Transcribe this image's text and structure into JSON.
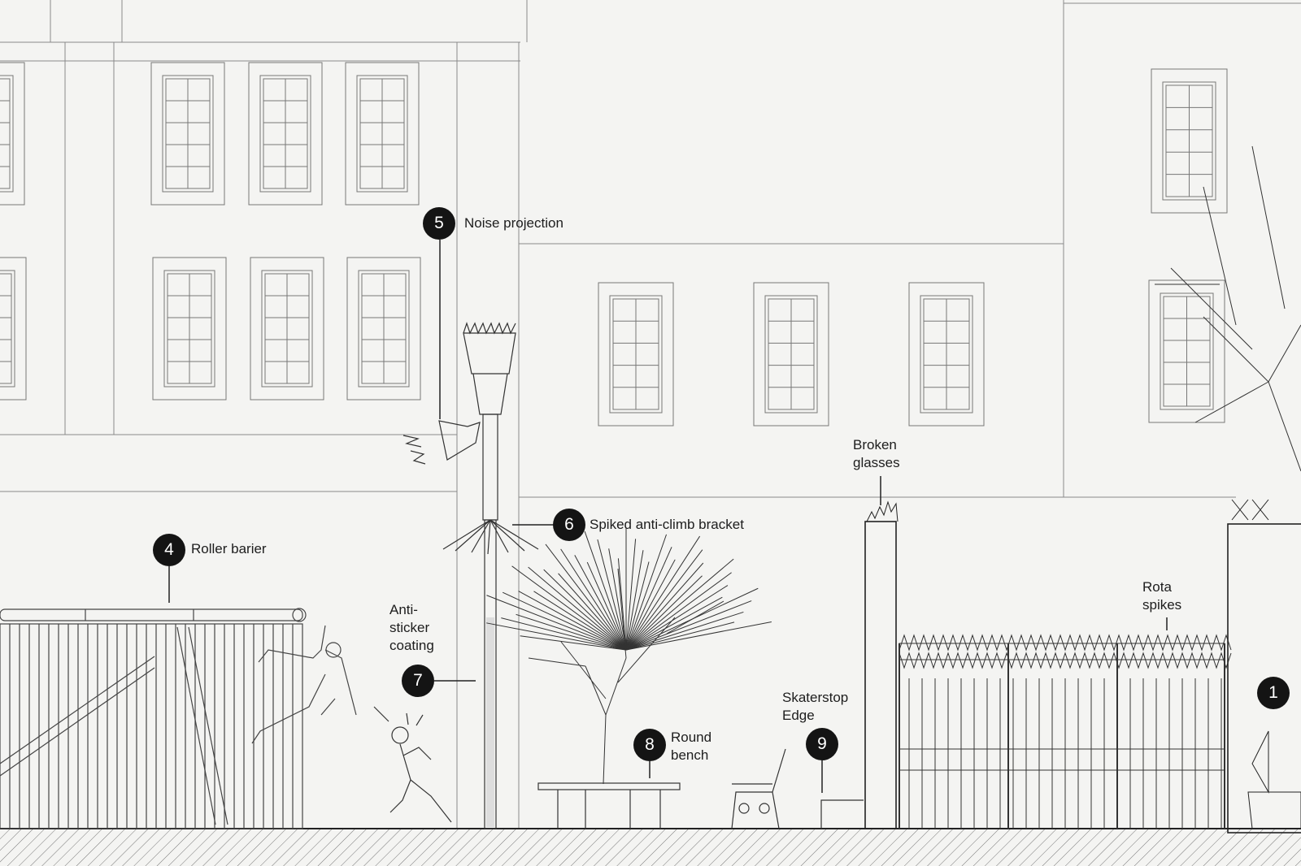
{
  "title": "Hostile architecture elevation drawing",
  "colors": {
    "line": "#555555",
    "dark": "#1d1d1d",
    "marker": "#141414",
    "paper": "#f4f4f2"
  },
  "callouts": [
    {
      "number": "5",
      "label": "Noise projection"
    },
    {
      "number": "6",
      "label": "Spiked anti-climb bracket"
    },
    {
      "number": "4",
      "label": "Roller barier"
    },
    {
      "number": "7",
      "label": "Anti-\nsticker\ncoating"
    },
    {
      "number": "8",
      "label": "Round\nbench"
    },
    {
      "number": "9",
      "label": "Skaterstop\nEdge"
    },
    {
      "number": "1",
      "label": ""
    }
  ],
  "unnumbered_labels": [
    {
      "label": "Broken\nglasses"
    },
    {
      "label": "Rota\nspikes"
    }
  ]
}
